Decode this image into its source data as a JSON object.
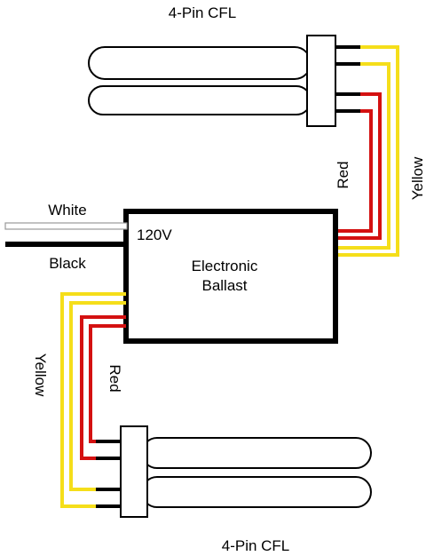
{
  "top_lamp": {
    "title": "4-Pin CFL"
  },
  "bottom_lamp": {
    "title": "4-Pin CFL"
  },
  "ballast": {
    "voltage": "120V",
    "name_line1": "Electronic",
    "name_line2": "Ballast"
  },
  "wires": {
    "white": "White",
    "black": "Black",
    "red_top": "Red",
    "yellow_top": "Yellow",
    "red_bottom": "Red",
    "yellow_bottom": "Yellow"
  },
  "colors": {
    "red": "#d41111",
    "yellow": "#f5de1a",
    "black": "#000000",
    "white_wire_outline": "#9a9a9a"
  }
}
